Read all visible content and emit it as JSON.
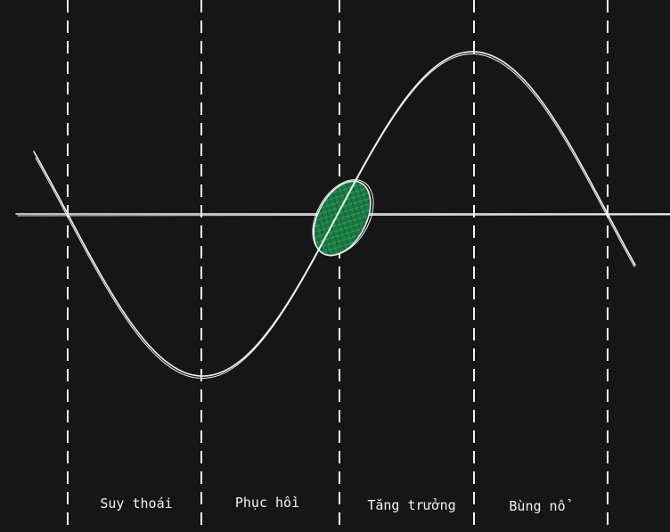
{
  "colors": {
    "background": "#161616",
    "stroke": "#f2f2f2",
    "highlight": "#1f8a4c"
  },
  "phases": [
    {
      "label": "Suy thoái"
    },
    {
      "label": "Phục hồi"
    },
    {
      "label": "Tăng trưởng"
    },
    {
      "label": "Bùng nổ"
    }
  ],
  "highlight": {
    "icon": "green-hatched-ellipse",
    "position": "curve crossing baseline between Phục hồi and Tăng trưởng"
  }
}
